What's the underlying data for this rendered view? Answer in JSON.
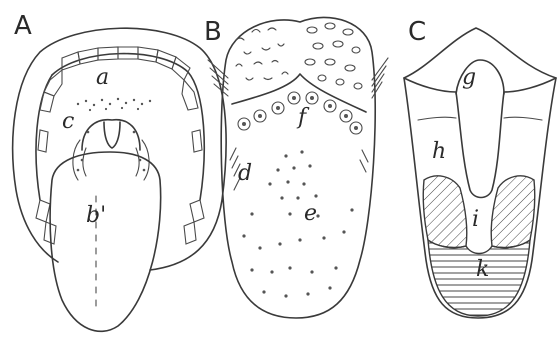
{
  "panels": [
    {
      "letter": "A",
      "labels": {
        "a": "a",
        "b": "b'",
        "c": "c"
      }
    },
    {
      "letter": "B",
      "labels": {
        "d": "d",
        "e": "e",
        "f": "f"
      }
    },
    {
      "letter": "C",
      "labels": {
        "g": "g",
        "h": "h",
        "i": "i",
        "k": "k"
      }
    }
  ]
}
